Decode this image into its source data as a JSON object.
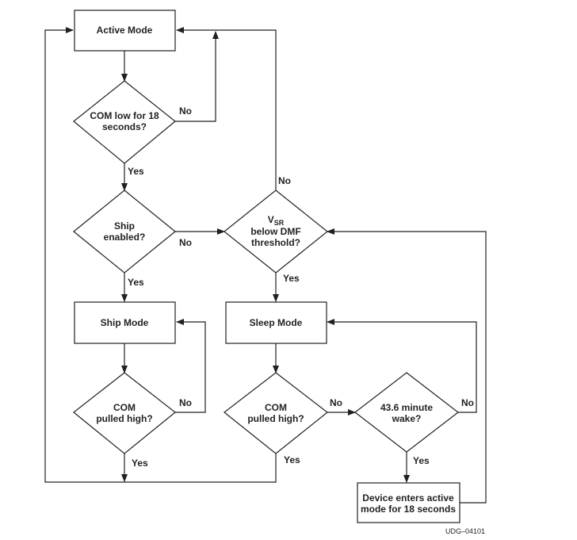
{
  "nodes": {
    "active_mode": "Active Mode",
    "com_low_line1": "COM low for 18",
    "com_low_line2": "seconds?",
    "ship_enabled_line1": "Ship",
    "ship_enabled_line2": "enabled?",
    "vsr_symbol": "V",
    "vsr_subscript": "SR",
    "vsr_line2": "below DMF",
    "vsr_line3": "threshold?",
    "ship_mode": "Ship Mode",
    "sleep_mode": "Sleep Mode",
    "com_pulled_high_line1": "COM",
    "com_pulled_high_line2": "pulled high?",
    "wake_line1": "43.6 minute",
    "wake_line2": "wake?",
    "device_line1": "Device enters active",
    "device_line2": "mode for 18 seconds"
  },
  "edges": {
    "yes": "Yes",
    "no": "No"
  },
  "figure_id": "UDG–04101",
  "colors": {
    "stroke": "#231f20",
    "background": "#ffffff"
  }
}
